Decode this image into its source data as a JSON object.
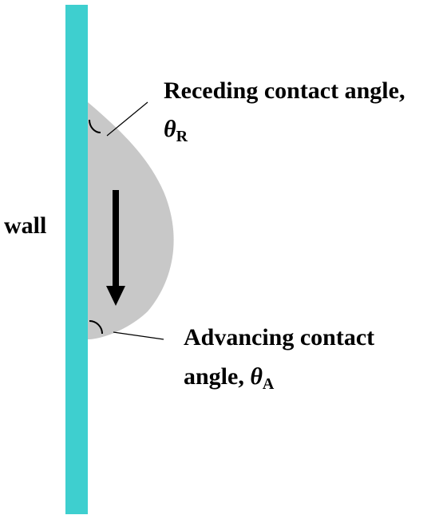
{
  "colors": {
    "wall": "#3ECFCF",
    "droplet": "#C8C8C8",
    "arrow": "#000000",
    "lines": "#000000",
    "background": "#FFFFFF"
  },
  "labels": {
    "wall": "wall",
    "receding": {
      "text": "Receding contact angle,",
      "symbol": "θ",
      "subscript": "R"
    },
    "advancing": {
      "line1": "Advancing contact",
      "text": "angle,",
      "symbol": "θ",
      "subscript": "A"
    }
  },
  "icons": {
    "flow_direction": "down-arrow-icon",
    "receding_angle": "angle-arc-icon",
    "advancing_angle": "angle-arc-icon"
  }
}
